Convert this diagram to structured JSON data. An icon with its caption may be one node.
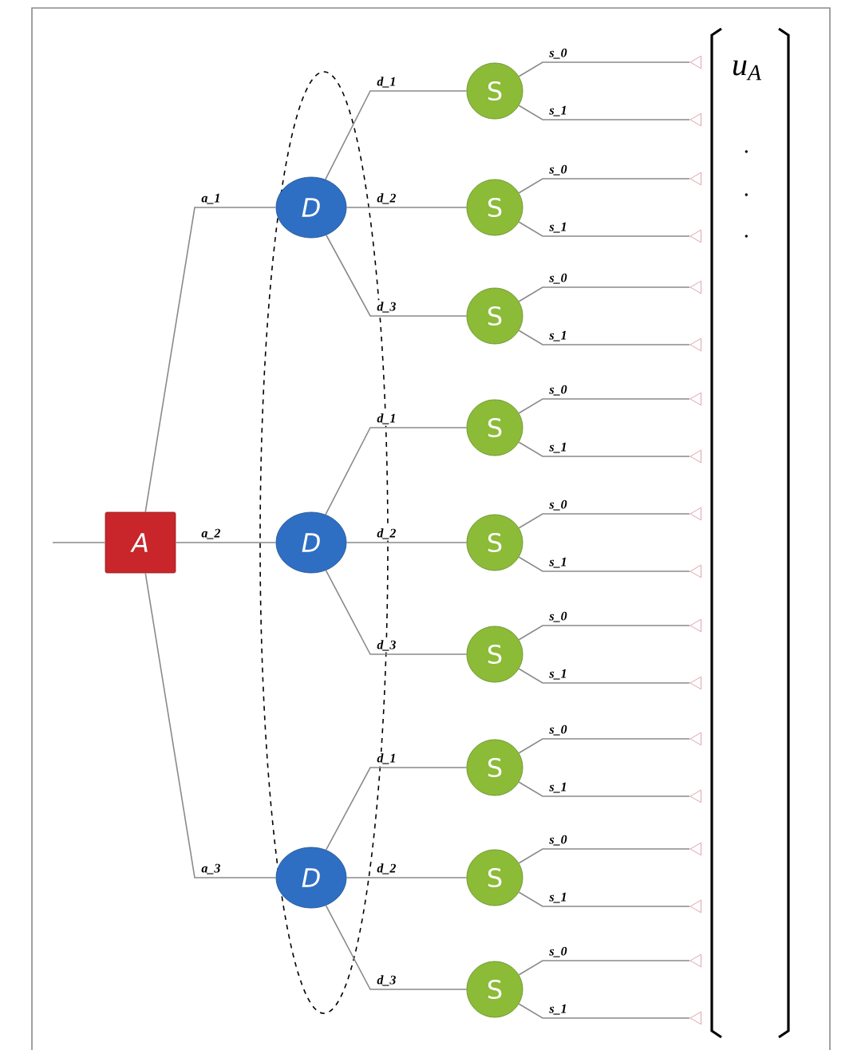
{
  "diagram": {
    "nodes": [
      {
        "text": [
          "A"
        ]
      },
      {
        "text": [],
        "shape": "ellipse"
      },
      {
        "text": [
          "D"
        ],
        "in": 1
      },
      {
        "text": [
          "D"
        ],
        "in": 1
      },
      {
        "text": [
          "D"
        ],
        "in": 1
      },
      {
        "text": [
          "S"
        ]
      },
      {
        "text": [
          "S"
        ]
      },
      {
        "text": [
          "S"
        ]
      },
      {
        "text": [
          "S"
        ]
      },
      {
        "text": [
          "S"
        ]
      },
      {
        "text": [
          "S"
        ]
      },
      {
        "text": [
          "S"
        ]
      },
      {
        "text": [
          "S"
        ]
      },
      {
        "text": [
          "S"
        ]
      },
      {
        "text": [],
        "shape": "triangle"
      },
      {
        "text": [],
        "shape": "triangle"
      },
      {
        "text": [],
        "shape": "triangle"
      },
      {
        "text": [],
        "shape": "triangle"
      },
      {
        "text": [],
        "shape": "triangle"
      },
      {
        "text": [],
        "shape": "triangle"
      },
      {
        "text": [],
        "shape": "triangle"
      },
      {
        "text": [],
        "shape": "triangle"
      },
      {
        "text": [],
        "shape": "triangle"
      },
      {
        "text": [],
        "shape": "triangle"
      },
      {
        "text": [],
        "shape": "triangle"
      },
      {
        "text": [],
        "shape": "triangle"
      },
      {
        "text": [],
        "shape": "triangle"
      },
      {
        "text": [],
        "shape": "triangle"
      },
      {
        "text": [],
        "shape": "triangle"
      },
      {
        "text": [],
        "shape": "triangle"
      },
      {
        "text": [],
        "shape": "triangle"
      },
      {
        "text": [],
        "shape": "triangle"
      }
    ],
    "edges": [
      {
        "from": null,
        "to": 0,
        "arrow": "none"
      },
      {
        "from": 0,
        "to": 2,
        "label": "a_1",
        "arrow": "none"
      },
      {
        "from": 0,
        "to": 3,
        "label": "a_2",
        "arrow": "none"
      },
      {
        "from": 0,
        "to": 4,
        "label": "a_3",
        "arrow": "none"
      },
      {
        "from": 2,
        "to": 5,
        "label": "d_1",
        "arrow": "none"
      },
      {
        "from": 2,
        "to": 6,
        "label": "d_2",
        "arrow": "none"
      },
      {
        "from": 2,
        "to": 7,
        "label": "d_3",
        "arrow": "none"
      },
      {
        "from": 3,
        "to": 8,
        "label": "d_1",
        "arrow": "none"
      },
      {
        "from": 3,
        "to": 9,
        "label": "d_2",
        "arrow": "none"
      },
      {
        "from": 3,
        "to": 10,
        "label": "d_3",
        "arrow": "none"
      },
      {
        "from": 4,
        "to": 11,
        "label": "d_1",
        "arrow": "none"
      },
      {
        "from": 4,
        "to": 12,
        "label": "d_2",
        "arrow": "none"
      },
      {
        "from": 4,
        "to": 13,
        "label": "d_3",
        "arrow": "none"
      },
      {
        "from": 5,
        "to": 14,
        "label": "s_0",
        "arrow": "none"
      },
      {
        "from": 5,
        "to": 15,
        "label": "s_1",
        "arrow": "none"
      },
      {
        "from": 6,
        "to": 16,
        "label": "s_0",
        "arrow": "none"
      },
      {
        "from": 6,
        "to": 17,
        "label": "s_1",
        "arrow": "none"
      },
      {
        "from": 7,
        "to": 18,
        "label": "s_0",
        "arrow": "none"
      },
      {
        "from": 7,
        "to": 19,
        "label": "s_1",
        "arrow": "none"
      },
      {
        "from": 8,
        "to": 20,
        "label": "s_0",
        "arrow": "none"
      },
      {
        "from": 8,
        "to": 21,
        "label": "s_1",
        "arrow": "none"
      },
      {
        "from": 9,
        "to": 22,
        "label": "s_0",
        "arrow": "none"
      },
      {
        "from": 9,
        "to": 23,
        "label": "s_1",
        "arrow": "none"
      },
      {
        "from": 10,
        "to": 24,
        "label": "s_0",
        "arrow": "none"
      },
      {
        "from": 10,
        "to": 25,
        "label": "s_1",
        "arrow": "none"
      },
      {
        "from": 11,
        "to": 26,
        "label": "s_0",
        "arrow": "none"
      },
      {
        "from": 11,
        "to": 27,
        "label": "s_1",
        "arrow": "none"
      },
      {
        "from": 12,
        "to": 28,
        "label": "s_0",
        "arrow": "none"
      },
      {
        "from": 12,
        "to": 29,
        "label": "s_1",
        "arrow": "none"
      },
      {
        "from": 13,
        "to": 30,
        "label": "s_0",
        "arrow": "none"
      },
      {
        "from": 13,
        "to": 31,
        "label": "s_1",
        "arrow": "none"
      }
    ],
    "labels": [
      "u$_{A}$",
      ".",
      ".",
      "."
    ]
  }
}
